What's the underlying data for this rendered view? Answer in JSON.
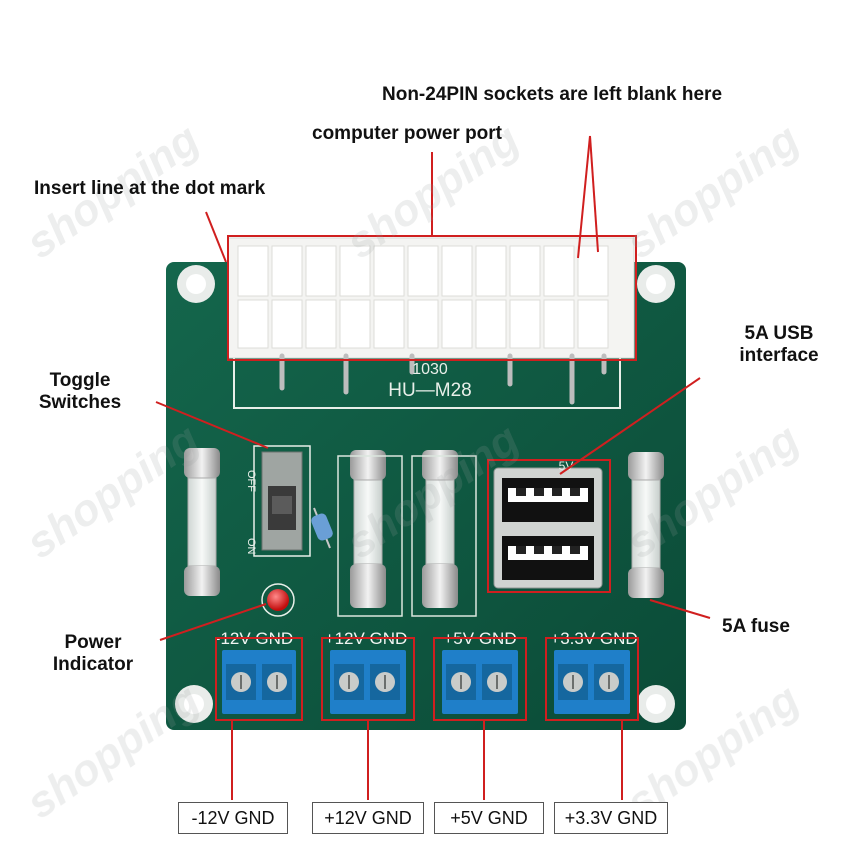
{
  "labels": {
    "non24pin": "Non-24PIN sockets are left blank here",
    "power_port": "computer power port",
    "insert_line": "Insert line at the dot mark",
    "toggle": "Toggle\nSwitches",
    "usb": "5A USB\ninterface",
    "fuse": "5A fuse",
    "power_indicator": "Power\nIndicator"
  },
  "board": {
    "code": "1030",
    "model": "HU—M28",
    "switch_off": "OFF",
    "switch_on": "ON",
    "usb_marking": "5V",
    "terminals": [
      "-12V GND",
      "+12V GND",
      "+5V GND",
      "+3.3V GND"
    ]
  },
  "bottom_boxes": [
    "-12V GND",
    "+12V GND",
    "+5V GND",
    "+3.3V GND"
  ],
  "watermark": "shopping",
  "colors": {
    "pcb": "#0f5a43",
    "annotation": "#d01f1f",
    "terminal": "#1f7fc9",
    "led": "#e01818"
  }
}
